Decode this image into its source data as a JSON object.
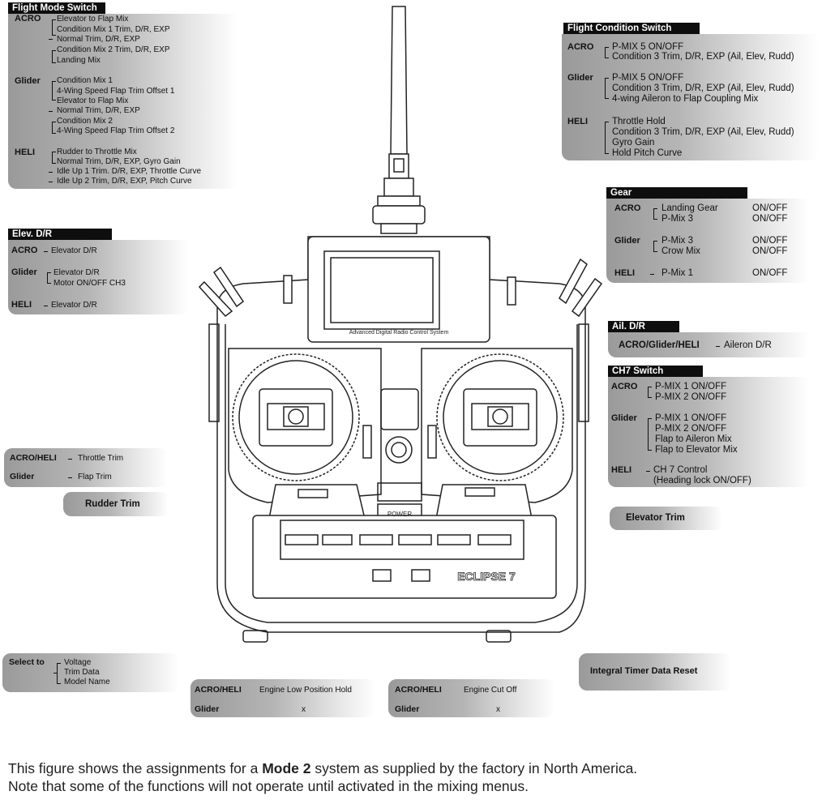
{
  "flight_mode": {
    "header": "Flight Mode Switch",
    "acro": {
      "mode": "ACRO",
      "lines": [
        "Elevator to Flap Mix",
        "Condition Mix 1 Trim, D/R, EXP",
        "Normal Trim, D/R, EXP",
        "Condition Mix 2 Trim, D/R, EXP",
        "Landing Mix"
      ]
    },
    "glider": {
      "mode": "Glider",
      "lines": [
        "Condition Mix 1",
        "4-Wing Speed Flap Trim Offset 1",
        "Elevator to Flap Mix",
        "Normal Trim, D/R, EXP",
        "Condition Mix 2",
        "4-Wing Speed Flap Trim Offset 2"
      ]
    },
    "heli": {
      "mode": "HELI",
      "lines": [
        "Rudder to Throttle Mix",
        "Normal Trim, D/R, EXP, Gyro Gain",
        "Idle Up 1 Trim. D/R, EXP, Throttle Curve",
        "Idle Up 2 Trim, D/R, EXP, Pitch Curve"
      ]
    }
  },
  "flight_condition": {
    "header": "Flight Condition Switch",
    "acro": {
      "mode": "ACRO",
      "lines": [
        "P-MIX 5 ON/OFF",
        "Condition 3 Trim, D/R, EXP (Ail, Elev, Rudd)"
      ]
    },
    "glider": {
      "mode": "Glider",
      "lines": [
        "P-MIX 5 ON/OFF",
        "Condition 3 Trim, D/R, EXP (Ail, Elev, Rudd)",
        "4-wing Aileron to Flap Coupling Mix"
      ]
    },
    "heli": {
      "mode": "HELI",
      "lines": [
        "Throttle Hold",
        "Condition 3 Trim, D/R, EXP (Ail, Elev, Rudd)",
        "Gyro Gain",
        "Hold Pitch Curve"
      ]
    }
  },
  "gear": {
    "header": "Gear",
    "acro": {
      "mode": "ACRO",
      "lines": [
        "Landing Gear",
        "P-Mix 3"
      ],
      "values": [
        "ON/OFF",
        "ON/OFF"
      ]
    },
    "glider": {
      "mode": "Glider",
      "lines": [
        "P-Mix 3",
        "Crow Mix"
      ],
      "values": [
        "ON/OFF",
        "ON/OFF"
      ]
    },
    "heli": {
      "mode": "HELI",
      "lines": [
        "P-Mix 1"
      ],
      "values": [
        "ON/OFF"
      ]
    }
  },
  "elev_dr": {
    "header": "Elev. D/R",
    "acro": {
      "mode": "ACRO",
      "text": "Elevator  D/R"
    },
    "glider": {
      "mode": "Glider",
      "lines": [
        "Elevator  D/R",
        "Motor     ON/OFF   CH3"
      ]
    },
    "heli": {
      "mode": "HELI",
      "text": "Elevator  D/R"
    }
  },
  "ail_dr": {
    "header": "Ail. D/R",
    "mode": "ACRO/Glider/HELI",
    "text": "Aileron  D/R"
  },
  "ch7": {
    "header": "CH7 Switch",
    "acro": {
      "mode": "ACRO",
      "lines": [
        "P-MIX 1 ON/OFF",
        "P-MIX 2 ON/OFF"
      ]
    },
    "glider": {
      "mode": "Glider",
      "lines": [
        "P-MIX 1 ON/OFF",
        "P-MIX 2 ON/OFF",
        "Flap to Aileron Mix",
        "Flap to Elevator Mix"
      ]
    },
    "heli": {
      "mode": "HELI",
      "lines": [
        "CH 7 Control",
        "(Heading lock ON/OFF)"
      ]
    }
  },
  "throttle_trim": {
    "mode1": "ACRO/HELI",
    "text1": "Throttle Trim",
    "mode2": "Glider",
    "text2": "Flap Trim"
  },
  "rudder_trim": "Rudder Trim",
  "elevator_trim": "Elevator Trim",
  "select_to": {
    "label": "Select to",
    "lines": [
      "Voltage",
      "Trim Data",
      "Model Name"
    ]
  },
  "engine_low": {
    "mode1": "ACRO/HELI",
    "text1": "Engine Low Position Hold",
    "mode2": "Glider",
    "text2": "X"
  },
  "engine_cut": {
    "mode1": "ACRO/HELI",
    "text1": "Engine Cut Off",
    "mode2": "Glider",
    "text2": "X"
  },
  "timer_reset": "Integral Timer Data Reset",
  "transmitter": {
    "screen_caption": "Advanced Digital Radio Control System",
    "power_label": "POWER",
    "model_label": "ECLIPSE 7"
  },
  "caption": {
    "line1_pre": "This figure shows the assignments for a ",
    "line1_bold": "Mode 2",
    "line1_post": " system as supplied by the factory in North America.",
    "line2": "Note that some of the functions will not operate until activated in the mixing menus."
  }
}
